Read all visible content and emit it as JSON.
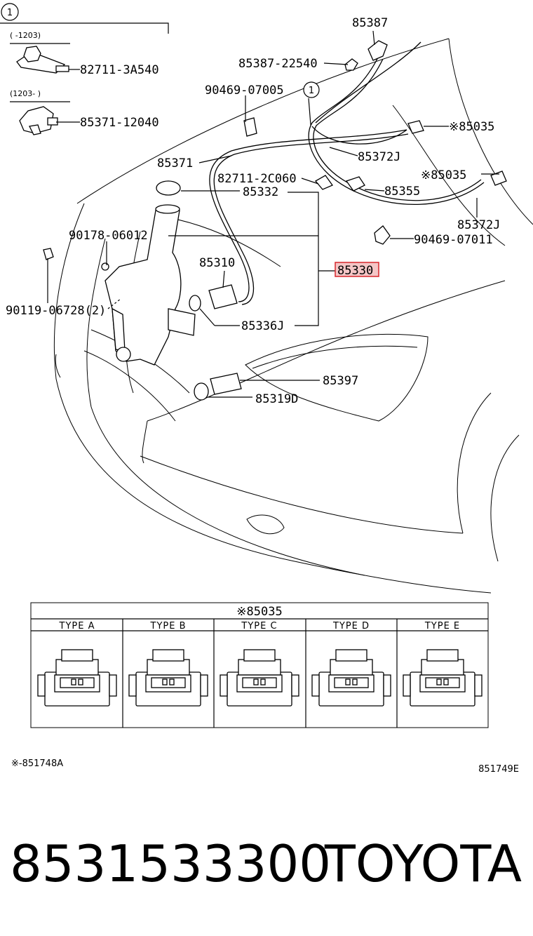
{
  "header": {
    "circle_ref": "1",
    "variant_a_range": "(      -1203)",
    "variant_b_range": "(1203-      )"
  },
  "labels": {
    "p85387": "85387",
    "p85387_22540": "85387-22540",
    "p82711_3A540": "82711-3A540",
    "p90469_07005": "90469-07005",
    "p85371_12040": "85371-12040",
    "p85035_a": "※85035",
    "p85372J_a": "85372J",
    "p85371": "85371",
    "p85035_b": "※85035",
    "p82711_2C060": "82711-2C060",
    "p85355": "85355",
    "p85332": "85332",
    "p85372J_b": "85372J",
    "p90178_06012": "90178-06012",
    "p90469_07011": "90469-07011",
    "p85310": "85310",
    "p85330": "85330",
    "p90119_06728": "90119-06728(2)",
    "p85336J": "85336J",
    "p85397": "85397",
    "p85319D": "85319D"
  },
  "connector_table": {
    "title": "※85035",
    "columns": [
      "TYPE A",
      "TYPE B",
      "TYPE C",
      "TYPE D",
      "TYPE E"
    ]
  },
  "footer": {
    "code_left": "※-851748A",
    "code_right": "851749E"
  },
  "caption": {
    "part_number": "8531533300",
    "brand": "TOYOTA"
  },
  "colors": {
    "highlight": "#d6262b",
    "highlight_fill": "#f4c6c6",
    "ink": "#000000"
  }
}
